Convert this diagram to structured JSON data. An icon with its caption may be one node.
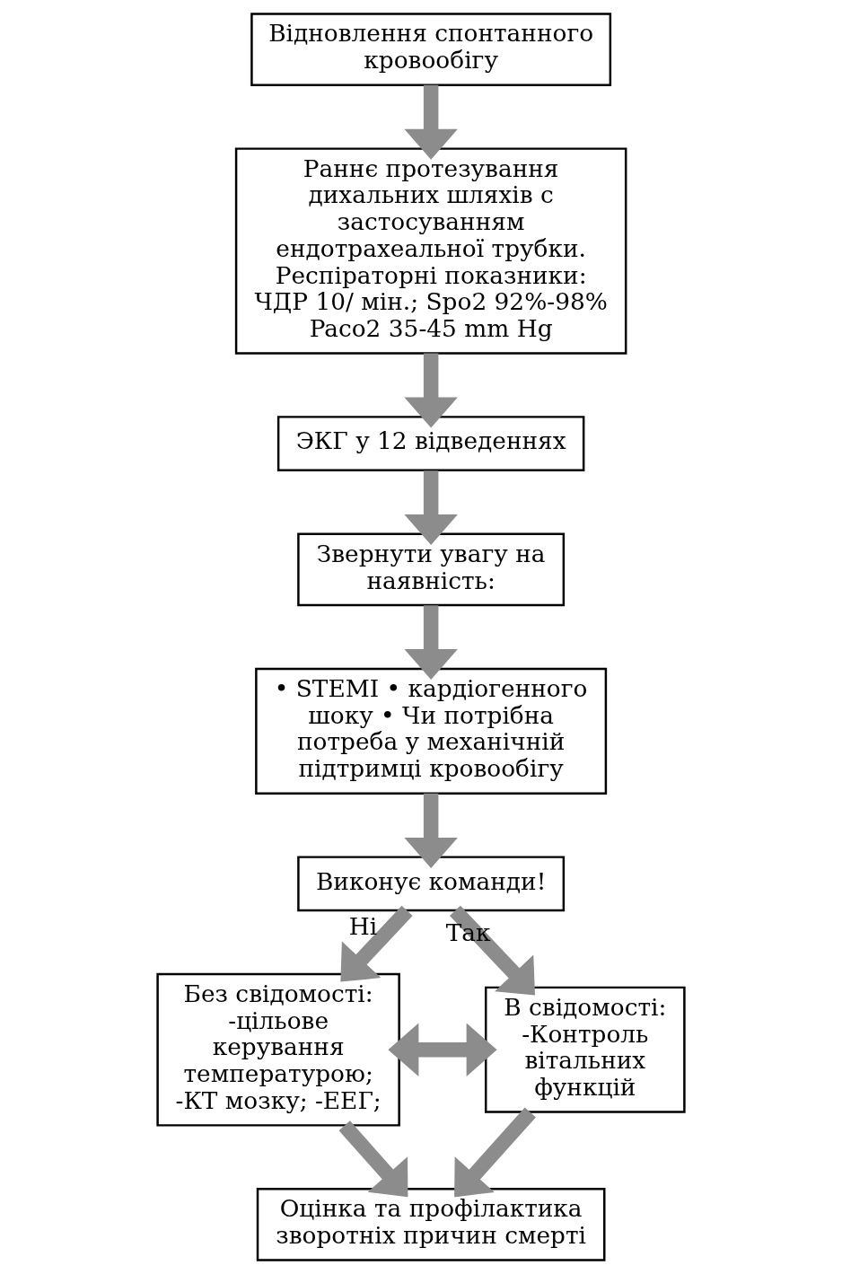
{
  "diagram": {
    "nodes": [
      {
        "text": [
          "Відновлення спонтанного кровообігу"
        ]
      },
      {
        "text": [
          "Раннє протезування дихальних шляхів с застосуванням ендотрахеальної трубки. Респіраторні показники: ЧДР 10/ мін.; Spo2 92%-98% Paco2 35-45 mm Hg"
        ]
      },
      {
        "text": [
          "ЭКГ у 12 відведеннях"
        ]
      },
      {
        "text": [
          "Звернути увагу на наявність:"
        ]
      },
      {
        "text": [
          "• STEMI • кардіогенного шоку • Чи потрібна потреба у механічній підтримці кровообігу"
        ]
      },
      {
        "text": [
          "Виконує команди!"
        ]
      },
      {
        "text": [
          "Без свідомості: -цільове керування температурою; -КТ мозку; -ЕЕГ;"
        ]
      },
      {
        "text": [
          "В свідомості: -Контроль вітальних функцій"
        ]
      },
      {
        "text": [
          "Оцінка та профілактика зворотніх причин смерті"
        ]
      }
    ],
    "edges": [
      {
        "from": 0,
        "to": 1,
        "arrow": "to"
      },
      {
        "from": 1,
        "to": 2,
        "arrow": "to"
      },
      {
        "from": 2,
        "to": 3,
        "arrow": "to"
      },
      {
        "from": 3,
        "to": 4,
        "arrow": "to"
      },
      {
        "from": 4,
        "to": 5,
        "arrow": "to"
      },
      {
        "from": 5,
        "to": 6,
        "arrow": "to",
        "label": "Ні"
      },
      {
        "from": 5,
        "to": 7,
        "arrow": "to",
        "label": "Так"
      },
      {
        "from": 6,
        "to": 7,
        "arrow": "both"
      },
      {
        "from": 6,
        "to": 8,
        "arrow": "to"
      },
      {
        "from": 7,
        "to": 8,
        "arrow": "to"
      }
    ]
  }
}
